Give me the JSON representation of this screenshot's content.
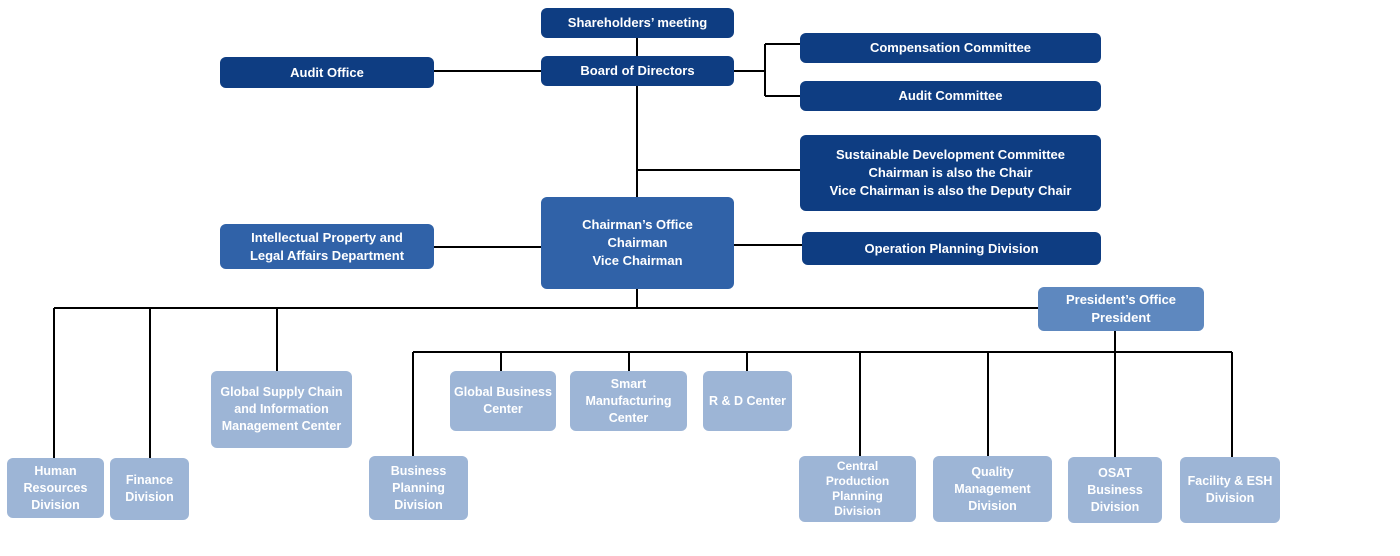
{
  "org_chart": {
    "shareholders": "Shareholders’ meeting",
    "board": "Board of Directors",
    "audit_office": "Audit Office",
    "compensation_committee": "Compensation Committee",
    "audit_committee": "Audit Committee",
    "sustainable_committee": "Sustainable Development Committee\nChairman is also the Chair\nVice Chairman is also the Deputy Chair",
    "chairmans_office": "Chairman’s Office\nChairman\nVice Chairman",
    "ip_legal": "Intellectual Property and\nLegal Affairs Department",
    "operation_planning": "Operation Planning Division",
    "presidents_office": "President’s Office\nPresident",
    "human_resources": "Human\nResources\nDivision",
    "finance": "Finance\nDivision",
    "global_supply_chain": "Global Supply Chain\nand Information\nManagement Center",
    "business_planning": "Business\nPlanning\nDivision",
    "global_business": "Global Business\nCenter",
    "smart_manufacturing": "Smart\nManufacturing\nCenter",
    "rd_center": "R & D Center",
    "central_production": "Central\nProduction\nPlanning\nDivision",
    "quality_management": "Quality\nManagement\nDivision",
    "osat_business": "OSAT\nBusiness\nDivision",
    "facility_esh": "Facility & ESH\nDivision"
  },
  "colors": {
    "top_level": "#0e3d82",
    "chairman": "#3062a8",
    "president": "#5e88bf",
    "division": "#9db5d6",
    "connector": "#000000"
  }
}
